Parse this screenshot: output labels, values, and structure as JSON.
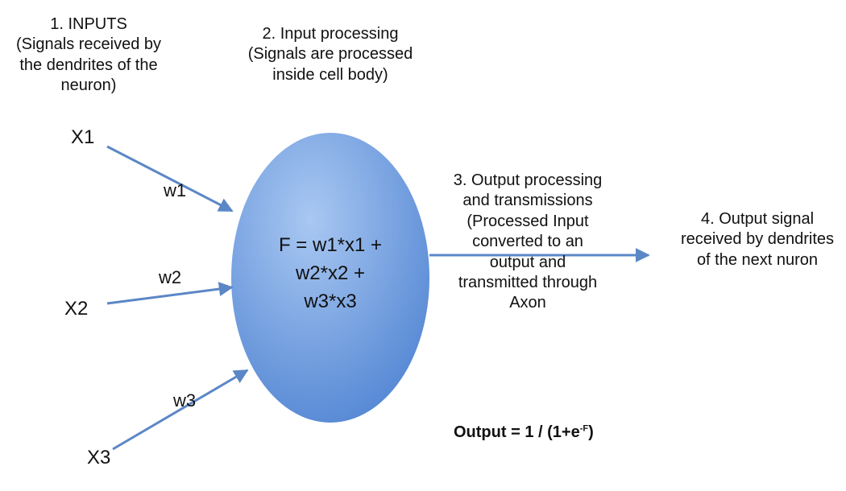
{
  "colors": {
    "neuron_fill_light": "#a9c8f2",
    "neuron_fill_dark": "#4a7fd0",
    "arrow": "#5b87c6",
    "text": "#111111"
  },
  "labels": {
    "inputs": [
      "1. INPUTS",
      "(Signals received by",
      "the dendrites of the",
      "neuron)"
    ],
    "processing": [
      "2. Input processing",
      "(Signals are processed",
      "inside cell body)"
    ],
    "output_processing": [
      "3. Output processing",
      "and transmissions",
      "(Processed Input",
      "converted to an",
      "output and",
      "transmitted through",
      "Axon"
    ],
    "output_signal": [
      "4. Output signal",
      "received by dendrites",
      "of the next nuron"
    ]
  },
  "inputs": [
    {
      "name": "X1",
      "weight": "w1"
    },
    {
      "name": "X2",
      "weight": "w2"
    },
    {
      "name": "X3",
      "weight": "w3"
    }
  ],
  "neuron_formula": [
    "F = w1*x1 +",
    "w2*x2 +",
    "w3*x3"
  ],
  "output_equation": {
    "prefix": "Output = 1 / (1+e",
    "exponent": "-F",
    "suffix": ")"
  }
}
